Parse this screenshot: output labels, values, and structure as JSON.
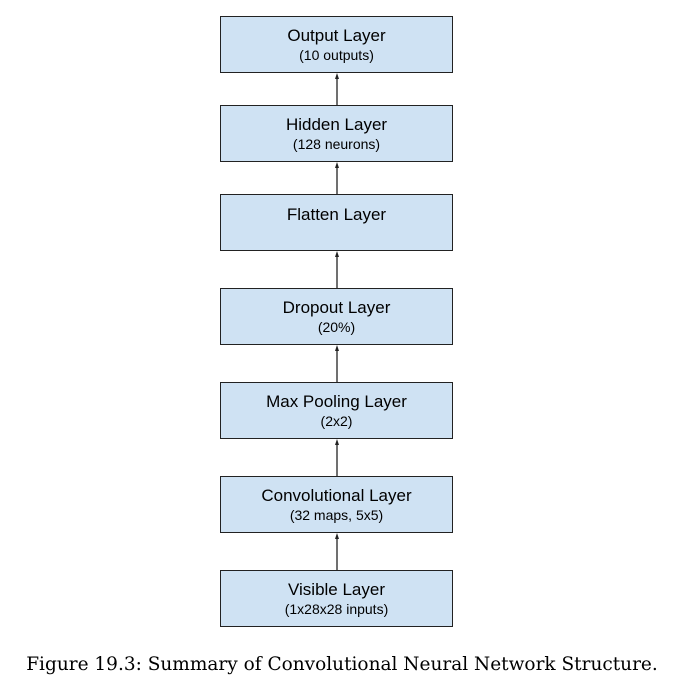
{
  "layers": [
    {
      "id": "output",
      "title": "Output Layer",
      "subtitle": "(10 outputs)"
    },
    {
      "id": "hidden",
      "title": "Hidden Layer",
      "subtitle": "(128 neurons)"
    },
    {
      "id": "flatten",
      "title": "Flatten Layer",
      "subtitle": ""
    },
    {
      "id": "dropout",
      "title": "Dropout Layer",
      "subtitle": "(20%)"
    },
    {
      "id": "maxpool",
      "title": "Max Pooling Layer",
      "subtitle": "(2x2)"
    },
    {
      "id": "conv",
      "title": "Convolutional Layer",
      "subtitle": "(32 maps, 5x5)"
    },
    {
      "id": "visible",
      "title": "Visible Layer",
      "subtitle": "(1x28x28 inputs)"
    }
  ],
  "caption": "Figure 19.3: Summary of Convolutional Neural Network Structure.",
  "colors": {
    "box_fill": "#cfe2f3",
    "box_border": "#222222",
    "arrow": "#222222"
  }
}
